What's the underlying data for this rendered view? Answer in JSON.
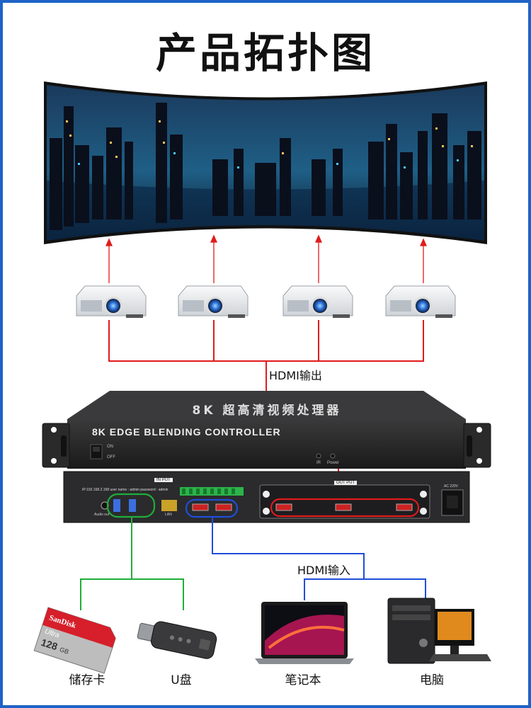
{
  "title": "产品拓扑图",
  "labels": {
    "hdmi_output": "HDMI输出",
    "hdmi_input": "HDMI输入"
  },
  "device": {
    "top_text": "8K 超高清视频处理器",
    "front_text": "8K EDGE BLENDING CONTROLLER",
    "switch_on": "ON",
    "switch_off": "OFF",
    "ir_label": "IR",
    "power_label": "Power",
    "input_section": "IN PUT",
    "output_section": "OUT PUT",
    "ip_info": "IP:192.168.2.158 user name : admin password : admin",
    "audio_out": "Audio out",
    "lan": "LAN",
    "ac": "AC 220V"
  },
  "sources": [
    {
      "id": "sd-card",
      "label": "储存卡"
    },
    {
      "id": "usb-drive",
      "label": "U盘"
    },
    {
      "id": "laptop",
      "label": "笔记本"
    },
    {
      "id": "desktop",
      "label": "电脑"
    }
  ],
  "sd_card": {
    "brand": "SanDisk",
    "line": "Ultra",
    "capacity": "128",
    "unit": "GB"
  },
  "colors": {
    "output": "#e01b1b",
    "usb": "#1fae3a",
    "hdmi_in": "#1e4fd8",
    "frame": "#1e63c7"
  }
}
